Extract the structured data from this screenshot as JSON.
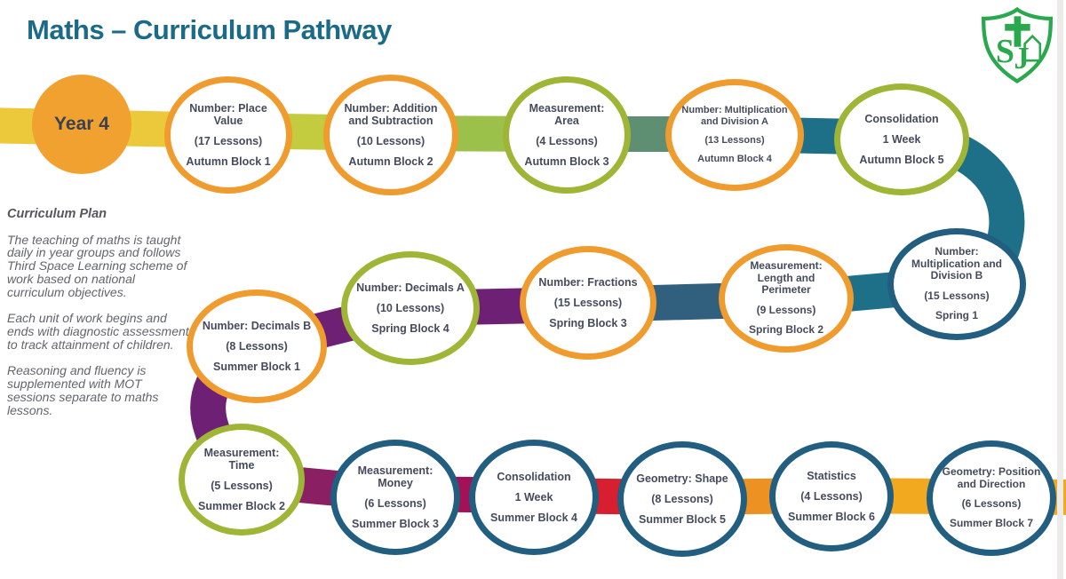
{
  "title": "Maths – Curriculum Pathway",
  "year_label": "Year 4",
  "logo": {
    "initials": "SJ",
    "color": "#2aa84e"
  },
  "curriculum_plan": {
    "heading": "Curriculum Plan",
    "paragraphs": [
      "The teaching of maths is taught daily in year groups and follows Third Space Learning scheme of work based on national curriculum objectives.",
      "Each unit of work begins and ends with diagnostic assessment to track attainment of children.",
      "Reasoning and fluency is supplemented with MOT sessions separate to maths lessons."
    ]
  },
  "colors": {
    "title_text": "#1b6b88",
    "node_text": "#454b5c",
    "year_circle_fill": "#f0a12f",
    "border_orange": "#f09b2e",
    "border_green": "#9eb536",
    "border_blue": "#215e80"
  },
  "path_colors": {
    "yellow": "#ecc83b",
    "yellow_green": "#c3cb3f",
    "green": "#9cc14b",
    "sage": "#5f8f72",
    "teal": "#1d7088",
    "slate": "#30607e",
    "purple": "#6e2174",
    "plum": "#8b1f63",
    "magenta": "#a31258",
    "red": "#d81f2f",
    "orange": "#ee9123",
    "amber": "#f2a81f"
  },
  "nodes": [
    {
      "title": "Number: Place Value",
      "lessons": "(17 Lessons)",
      "block": "Autumn Block 1",
      "border": "orange"
    },
    {
      "title": "Number: Addition and Subtraction",
      "lessons": "(10 Lessons)",
      "block": "Autumn Block 2",
      "border": "orange"
    },
    {
      "title": "Measurement: Area",
      "lessons": "(4 Lessons)",
      "block": "Autumn Block 3",
      "border": "green"
    },
    {
      "title": "Number: Multiplication and Division A",
      "lessons": "(13 Lessons)",
      "block": "Autumn Block 4",
      "border": "orange"
    },
    {
      "title": "Consolidation",
      "lessons": "1 Week",
      "block": "Autumn Block 5",
      "border": "green"
    },
    {
      "title": "Number: Multiplication and Division B",
      "lessons": "(15 Lessons)",
      "block": "Spring 1",
      "border": "blue"
    },
    {
      "title": "Measurement: Length and Perimeter",
      "lessons": "(9 Lessons)",
      "block": "Spring Block 2",
      "border": "orange"
    },
    {
      "title": "Number: Fractions",
      "lessons": "(15 Lessons)",
      "block": "Spring Block 3",
      "border": "orange"
    },
    {
      "title": "Number: Decimals A",
      "lessons": "(10 Lessons)",
      "block": "Spring Block 4",
      "border": "green"
    },
    {
      "title": "Number: Decimals B",
      "lessons": "(8 Lessons)",
      "block": "Summer Block 1",
      "border": "orange"
    },
    {
      "title": "Measurement: Time",
      "lessons": "(5 Lessons)",
      "block": "Summer Block 2",
      "border": "green"
    },
    {
      "title": "Measurement: Money",
      "lessons": "(6 Lessons)",
      "block": "Summer Block 3",
      "border": "blue"
    },
    {
      "title": "Consolidation",
      "lessons": "1 Week",
      "block": "Summer Block 4",
      "border": "blue"
    },
    {
      "title": "Geometry: Shape",
      "lessons": "(8 Lessons)",
      "block": "Summer Block 5",
      "border": "blue"
    },
    {
      "title": "Statistics",
      "lessons": "(4 Lessons)",
      "block": "Summer Block 6",
      "border": "blue"
    },
    {
      "title": "Geometry: Position and Direction",
      "lessons": "(6 Lessons)",
      "block": "Summer Block 7",
      "border": "blue"
    }
  ]
}
